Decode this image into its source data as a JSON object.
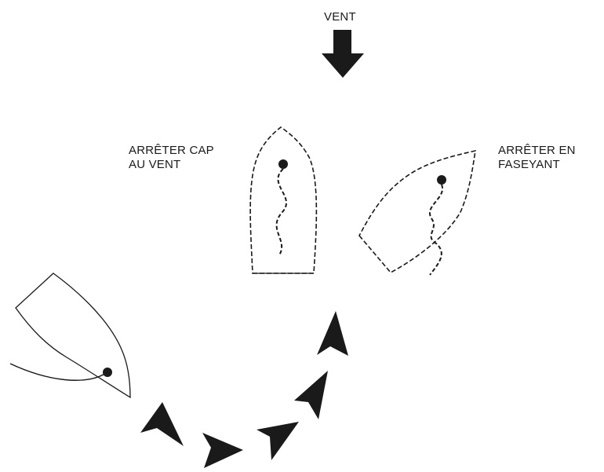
{
  "diagram": {
    "wind_label": "VENT",
    "stop_head_to_wind_line1": "ARRÊTER CAP",
    "stop_head_to_wind_line2": "AU VENT",
    "stop_luffing_line1": "ARRÊTER EN",
    "stop_luffing_line2": "FASEYANT"
  },
  "colors": {
    "ink": "#1a1a1a",
    "background": "#ffffff"
  }
}
